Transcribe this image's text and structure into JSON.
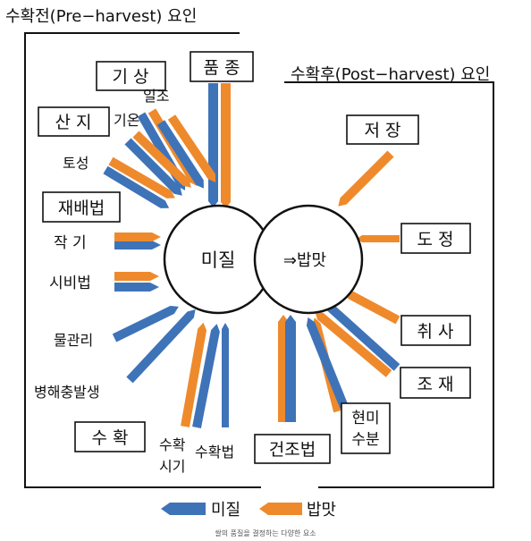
{
  "title_pre": "수확전(Pre−harvest) 요인",
  "title_post": "수확후(Post−harvest) 요인",
  "center": {
    "left_label": "미질",
    "right_label": "⇒밥맛"
  },
  "pre_factors": {
    "pumjong": "품 종",
    "gisang": "기 상",
    "iljo": "일조",
    "sanji": "산 지",
    "gion": "기온",
    "toseong": "토성",
    "jaebae": "재배법",
    "jakgi": "작 기",
    "sibi": "시비법",
    "mulgwanri": "물관리",
    "byunghae": "병해충발생",
    "suhwak": "수 확",
    "suhwak_sigi_1": "수확",
    "suhwak_sigi_2": "시기",
    "suhwak_beop": "수확법",
    "geonjo": "건조법"
  },
  "post_factors": {
    "jeojang": "저 장",
    "dojeong": "도 정",
    "chwisa": "취 사",
    "jojae": "조 재",
    "hyeonmi_1": "현미",
    "hyeonmi_2": "수분"
  },
  "legend": {
    "blue_label": "미질",
    "orange_label": "밥맛"
  },
  "caption": "쌀의 품질을 결정하는 다양한 요소",
  "colors": {
    "blue": "#3f73b8",
    "orange": "#ee8a2c",
    "border": "#111111"
  }
}
